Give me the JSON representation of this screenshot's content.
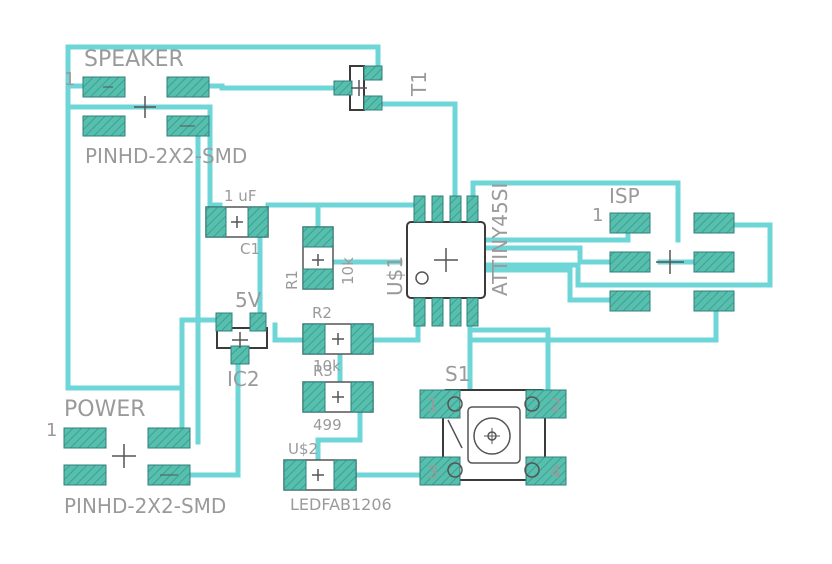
{
  "colors": {
    "trace": "#6fd6d8",
    "pad_fill": "#57bfae",
    "pad_stroke": "#2f7f78",
    "silk": "#8e8e8e",
    "text": "#9a9a9a",
    "outline": "#3b3b3b",
    "background": "#ffffff"
  },
  "labels": {
    "speaker": "SPEAKER",
    "speaker_pin1": "1",
    "speaker_footprint": "PINHD-2X2-SMD",
    "t1": "T1",
    "c1_value": "1 uF",
    "c1_name": "C1",
    "r1_name": "R1",
    "r1_value": "10k",
    "u1_name": "U$1",
    "u1_part": "ATTINY45SI",
    "isp": "ISP",
    "isp_pin1": "1",
    "vreg_value": "5V",
    "ic2_name": "IC2",
    "r2_name": "R2",
    "r2_value": "10k",
    "r3_name": "R3",
    "r3_value": "499",
    "s1_name": "S1",
    "s1_p1": "1",
    "s1_p2": "2",
    "s1_p3": "3",
    "s1_p4": "4",
    "power": "POWER",
    "power_pin1": "1",
    "power_footprint": "PINHD-2X2-SMD",
    "u2_name": "U$2",
    "led_part": "LEDFAB1206"
  }
}
